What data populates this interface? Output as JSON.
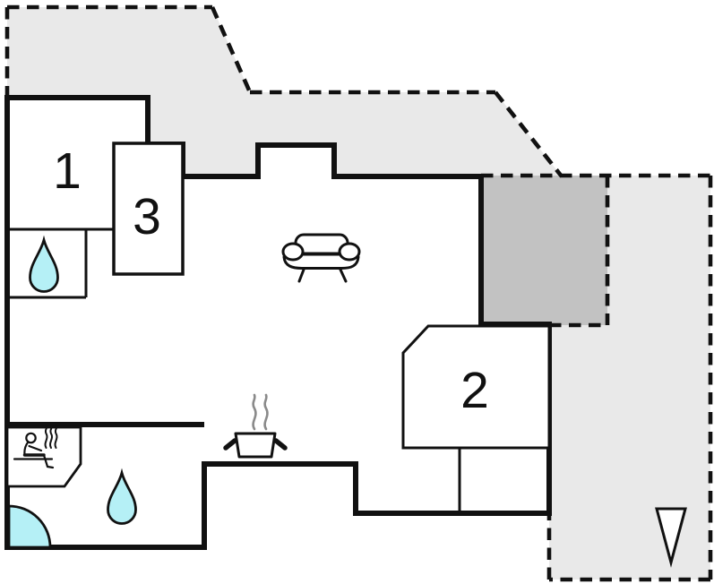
{
  "document": {
    "type": "floor-plan",
    "name": "holiday-home-floor-plan"
  },
  "rooms": [
    {
      "id": "room-1",
      "label": "1",
      "kind": "bedroom"
    },
    {
      "id": "room-2",
      "label": "2",
      "kind": "bedroom"
    },
    {
      "id": "room-3",
      "label": "3",
      "kind": "bedroom"
    }
  ],
  "areas": [
    {
      "id": "terrace-top",
      "kind": "open-terrace",
      "fill_key": "terrace_light"
    },
    {
      "id": "terrace-right",
      "kind": "open-terrace",
      "fill_key": "terrace_light"
    },
    {
      "id": "covered-terrace",
      "kind": "covered-terrace",
      "fill_key": "terrace_dark"
    },
    {
      "id": "bathroom-small",
      "kind": "bathroom"
    },
    {
      "id": "bathroom-large",
      "kind": "bathroom-with-sauna"
    },
    {
      "id": "living-kitchen",
      "kind": "living-room-kitchen"
    }
  ],
  "icons": [
    {
      "name": "water-drop-small",
      "meaning": "bathroom / toilet"
    },
    {
      "name": "water-drop-large",
      "meaning": "bathroom / shower room"
    },
    {
      "name": "corner-shower",
      "meaning": "corner shower / bath"
    },
    {
      "name": "sauna-person",
      "meaning": "sauna"
    },
    {
      "name": "stove-pot",
      "meaning": "kitchen / cooking"
    },
    {
      "name": "sofa",
      "meaning": "living room"
    },
    {
      "name": "north-arrow",
      "meaning": "orientation arrow"
    }
  ],
  "colors": {
    "background": "#ffffff",
    "terrace_light": "#e9e9e9",
    "terrace_dark": "#c2c2c2",
    "walls": "#111111",
    "water": "#b5f0f6",
    "steam": "#8a8a8a"
  }
}
